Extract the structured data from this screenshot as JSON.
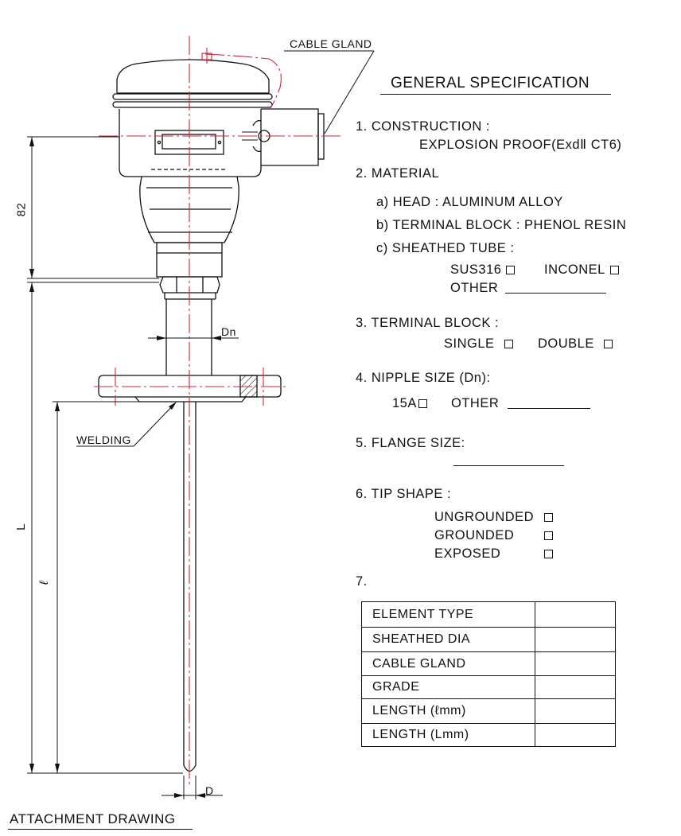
{
  "drawing": {
    "cable_gland_label": "CABLE GLAND",
    "dim_82": "82",
    "dim_L": "L",
    "dim_l": "ℓ",
    "dim_Dn": "Dn",
    "dim_D": "D",
    "welding_label": "WELDING",
    "footer_title": "ATTACHMENT DRAWING"
  },
  "spec": {
    "title": "GENERAL SPECIFICATION",
    "item1_label": "1. CONSTRUCTION :",
    "item1_value": "EXPLOSION PROOF(ExdⅡ CT6)",
    "item2_label": "2. MATERIAL",
    "item2_a": "a) HEAD : ALUMINUM ALLOY",
    "item2_b": "b) TERMINAL BLOCK : PHENOL RESIN",
    "item2_c": "c) SHEATHED TUBE :",
    "item2_opt1": "SUS316",
    "item2_opt2": "INCONEL",
    "item2_opt3": "OTHER",
    "item3_label": "3. TERMINAL BLOCK :",
    "item3_opt1": "SINGLE",
    "item3_opt2": "DOUBLE",
    "item4_label": "4. NIPPLE SIZE (Dn):",
    "item4_opt1": "15A",
    "item4_opt2": "OTHER",
    "item5_label": "5. FLANGE SIZE:",
    "item6_label": "6. TIP SHAPE :",
    "item6_opt1": "UNGROUNDED",
    "item6_opt2": "GROUNDED",
    "item6_opt3": "EXPOSED",
    "item7_label": "7.",
    "table_rows": [
      {
        "label": "ELEMENT TYPE",
        "value": ""
      },
      {
        "label": "SHEATHED DIA",
        "value": ""
      },
      {
        "label": "CABLE GLAND",
        "value": ""
      },
      {
        "label": "GRADE",
        "value": ""
      },
      {
        "label": "LENGTH   (ℓmm)",
        "value": ""
      },
      {
        "label": "LENGTH   (Lmm)",
        "value": ""
      }
    ]
  },
  "colors": {
    "line": "#111111",
    "centerline": "#d0253a"
  }
}
